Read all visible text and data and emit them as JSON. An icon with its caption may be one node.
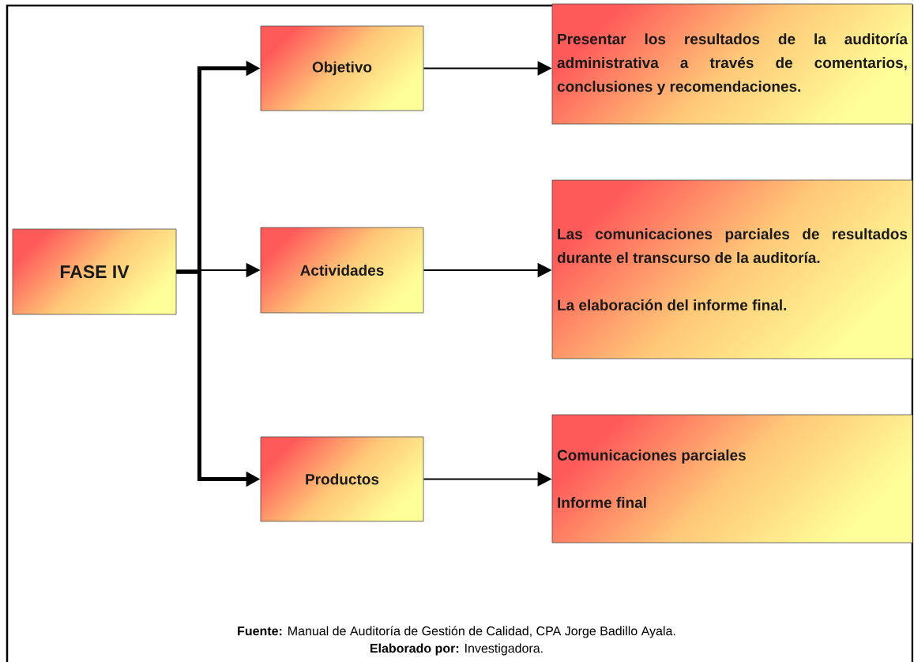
{
  "diagram": {
    "nodes": [
      {
        "text": [
          "FASE IV"
        ]
      },
      {
        "text": [
          "Objetivo"
        ]
      },
      {
        "text": [
          "Actividades"
        ]
      },
      {
        "text": [
          "Productos"
        ]
      },
      {
        "text": [
          "Presentar los resultados de la auditoría administrativa a través de comentarios, conclusiones y recomendaciones."
        ]
      },
      {
        "text": [
          "Las comunicaciones parciales de resultados durante el transcurso de la auditoría.",
          "La elaboración del informe final."
        ]
      },
      {
        "text": [
          "Comunicaciones parciales",
          "Informe final"
        ]
      }
    ],
    "edges": [
      {
        "from": 0,
        "to": 1,
        "arrow": "to",
        "style": "thick"
      },
      {
        "from": 0,
        "to": 2,
        "arrow": "to"
      },
      {
        "from": 0,
        "to": 3,
        "arrow": "to",
        "style": "thick"
      },
      {
        "from": 1,
        "to": 4,
        "arrow": "to"
      },
      {
        "from": 2,
        "to": 5,
        "arrow": "to"
      },
      {
        "from": 3,
        "to": 6,
        "arrow": "to"
      }
    ],
    "labels": [
      "**Fuente:** Manual de Auditoría de Gestión de Calidad, CPA Jorge Badillo Ayala.",
      "**Elaborado por:** Investigadora."
    ]
  }
}
